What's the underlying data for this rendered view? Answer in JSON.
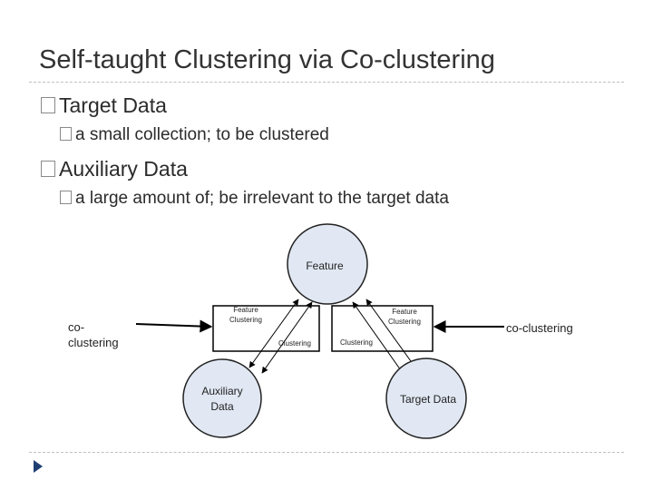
{
  "slide": {
    "title": "Self-taught Clustering via Co-clustering"
  },
  "bullets": [
    {
      "text": "Target Data",
      "level": 1
    },
    {
      "text": "a small collection; to be clustered",
      "level": 2
    },
    {
      "text": "Auxiliary Data",
      "level": 1
    },
    {
      "text": "a large amount of; be irrelevant to the target data",
      "level": 2
    }
  ],
  "diagram": {
    "nodes": {
      "feature": "Feature",
      "auxiliary_line1": "Auxiliary",
      "auxiliary_line2": "Data",
      "target": "Target Data"
    },
    "left_box": {
      "top_line1": "Feature",
      "top_line2": "Clustering",
      "bottom": "Clustering"
    },
    "right_box": {
      "top_line1": "Feature",
      "top_line2": "Clustering",
      "bottom": "Clustering"
    },
    "left_label": "co-clustering",
    "right_label": "co-clustering",
    "node_fill": "#e1e8f3",
    "arrow_color": "#000000"
  }
}
